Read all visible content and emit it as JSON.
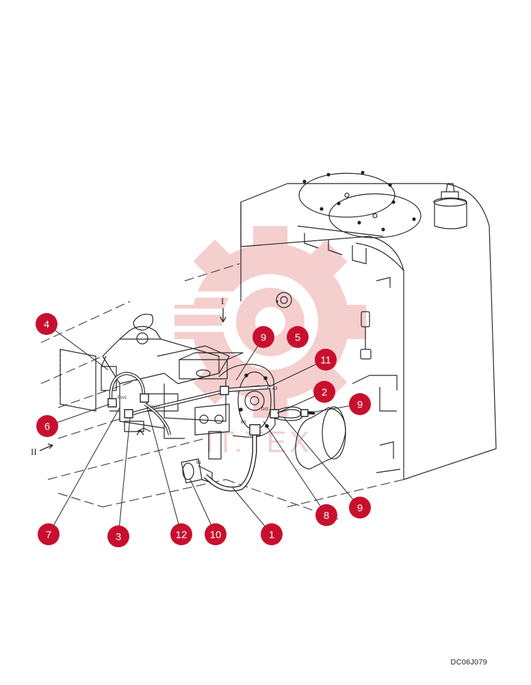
{
  "diagram": {
    "reference_code": "DC06J079",
    "watermark_text": "IT.TEX",
    "section_marker": "I",
    "section_marker_arrow": "II",
    "port_labels": [
      "Psv1",
      "Psv2",
      "A3",
      "Dr3",
      "B1",
      "B3"
    ],
    "callouts": [
      {
        "id": "c4",
        "number": "4"
      },
      {
        "id": "c9a",
        "number": "9"
      },
      {
        "id": "c5",
        "number": "5"
      },
      {
        "id": "c11",
        "number": "11"
      },
      {
        "id": "c2",
        "number": "2"
      },
      {
        "id": "c9b",
        "number": "9"
      },
      {
        "id": "c6",
        "number": "6"
      },
      {
        "id": "c9c",
        "number": "9"
      },
      {
        "id": "c8",
        "number": "8"
      },
      {
        "id": "c7",
        "number": "7"
      },
      {
        "id": "c3",
        "number": "3"
      },
      {
        "id": "c12",
        "number": "12"
      },
      {
        "id": "c10",
        "number": "10"
      },
      {
        "id": "c1",
        "number": "1"
      }
    ],
    "colors": {
      "callout_fill": "#c8102e",
      "line": "#222222",
      "watermark": "#f4c6c6"
    }
  }
}
